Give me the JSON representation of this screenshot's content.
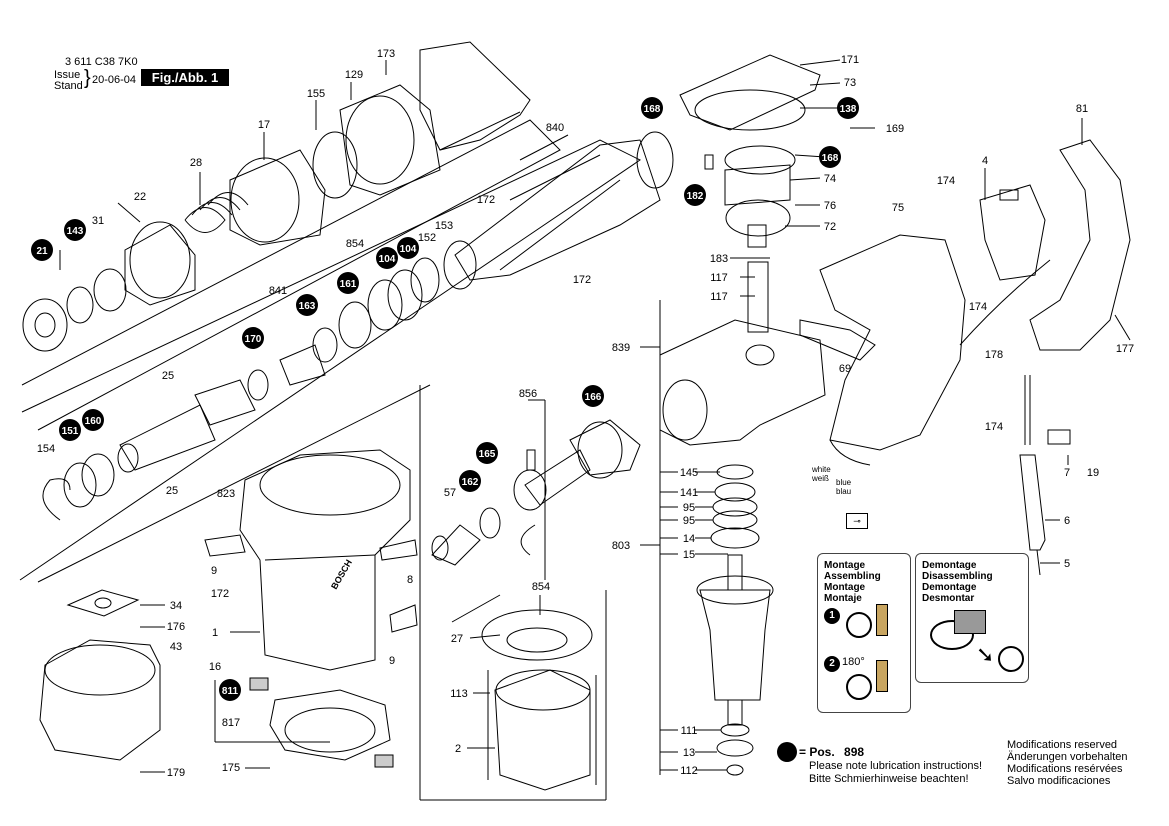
{
  "header": {
    "doc_number": "3 611 C38 7K0",
    "issue_label_en": "Issue",
    "issue_label_de": "Stand",
    "issue_date": "20-06-04",
    "figure_label": "Fig./Abb. 1"
  },
  "parts": {
    "p21": "21",
    "p143": "143",
    "p31": "31",
    "p22": "22",
    "p28": "28",
    "p17": "17",
    "p155": "155",
    "p129": "129",
    "p173": "173",
    "p840": "840",
    "p168a": "168",
    "p172a": "172",
    "p172b": "172",
    "p153": "153",
    "p854a": "854",
    "p104a": "104",
    "p104b": "104",
    "p152": "152",
    "p841": "841",
    "p163": "163",
    "p161": "161",
    "p170": "170",
    "p25a": "25",
    "p25b": "25",
    "p154": "154",
    "p151": "151",
    "p160": "160",
    "p823": "823",
    "p9a": "9",
    "p8": "8",
    "p9b": "9",
    "p172c": "172",
    "p1": "1",
    "p34": "34",
    "p176": "176",
    "p43": "43",
    "p179": "179",
    "p16": "16",
    "p811": "811",
    "p817": "817",
    "p175": "175",
    "p856": "856",
    "p166": "166",
    "p165": "165",
    "p162": "162",
    "p57": "57",
    "p854b": "854",
    "p27": "27",
    "p113": "113",
    "p2": "2",
    "p171": "171",
    "p73": "73",
    "p138": "138",
    "p169": "169",
    "p168b": "168",
    "p182": "182",
    "p74": "74",
    "p76": "76",
    "p72": "72",
    "p183": "183",
    "p117a": "117",
    "p117b": "117",
    "p839": "839",
    "p69": "69",
    "p145": "145",
    "p141": "141",
    "p95a": "95",
    "p95b": "95",
    "p803": "803",
    "p14": "14",
    "p15": "15",
    "p111": "111",
    "p13": "13",
    "p112": "112",
    "p81": "81",
    "p4": "4",
    "p174a": "174",
    "p75": "75",
    "p174b": "174",
    "p178": "178",
    "p177": "177",
    "p174c": "174",
    "p7": "7",
    "p19": "19",
    "p6": "6",
    "p5": "5"
  },
  "wire_colors": {
    "white_en": "white",
    "white_de": "weiß",
    "blue_en": "blue",
    "blue_de": "blau"
  },
  "assembly_box": {
    "lines": [
      "Montage",
      "Assembling",
      "Montage",
      "Montaje"
    ],
    "step1": "1",
    "step2": "2",
    "rotation": "180°"
  },
  "disassembly_box": {
    "lines": [
      "Demontage",
      "Disassembling",
      "Demontage",
      "Desmontar"
    ]
  },
  "legend": {
    "pos_label": "= Pos.",
    "pos_number": "898",
    "line1": "Please note lubrication instructions!",
    "line2": "Bitte Schmierhinweise beachten!"
  },
  "modifications": [
    "Modifications reserved",
    "Änderungen vorbehalten",
    "Modifications resérvées",
    "Salvo modificaciones"
  ],
  "brand_marking": "BOSCH"
}
